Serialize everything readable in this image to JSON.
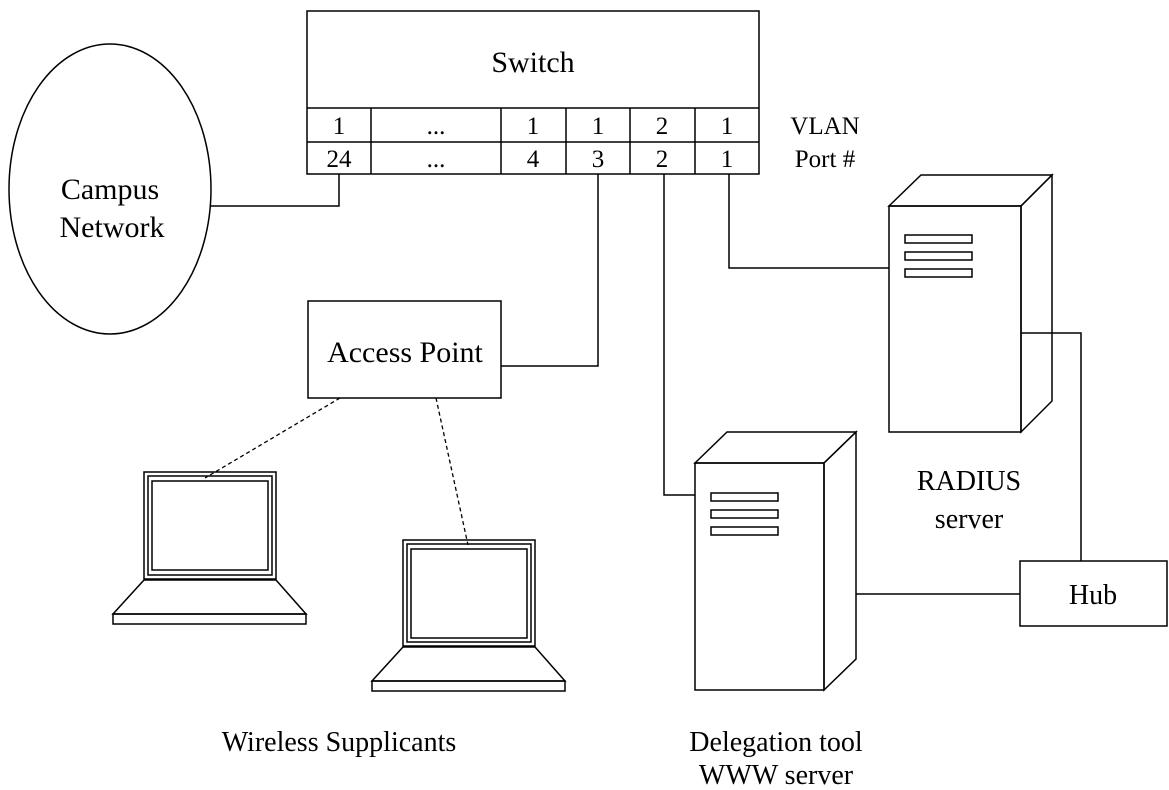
{
  "switch": {
    "title": "Switch",
    "vlan_row": [
      "1",
      "...",
      "1",
      "1",
      "2",
      "1"
    ],
    "port_row": [
      "24",
      "...",
      "4",
      "3",
      "2",
      "1"
    ],
    "row_labels": {
      "vlan": "VLAN",
      "port": "Port #"
    }
  },
  "campus_network": {
    "line1": "Campus",
    "line2": "Network"
  },
  "access_point": {
    "label": "Access Point"
  },
  "wireless_supplicants": {
    "label": "Wireless Supplicants"
  },
  "radius_server": {
    "line1": "RADIUS",
    "line2": "server"
  },
  "delegation_server": {
    "line1": "Delegation tool",
    "line2": "WWW server"
  },
  "hub": {
    "label": "Hub"
  }
}
